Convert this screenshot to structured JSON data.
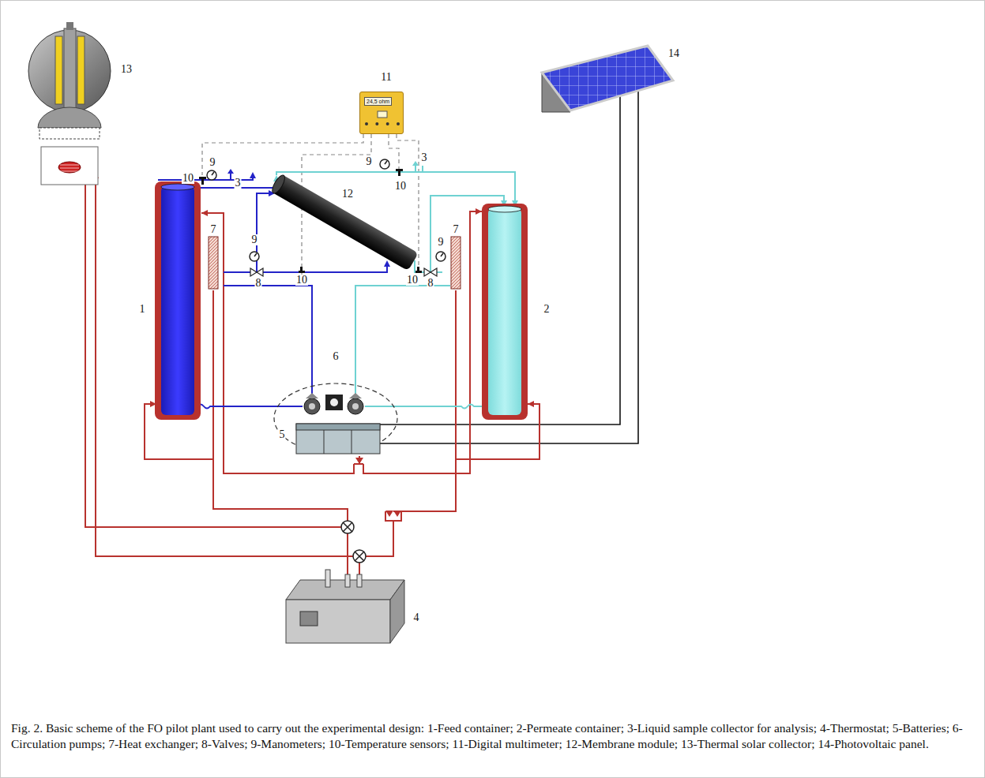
{
  "diagram": {
    "caption": "Fig. 2. Basic scheme of the FO pilot plant used to carry out the experimental design: 1-Feed container; 2-Permeate container; 3-Liquid sample collector for analysis; 4-Thermostat; 5-Batteries; 6-Circulation pumps; 7-Heat exchanger; 8-Valves; 9-Manometers; 10-Temperature sensors; 11-Digital multimeter; 12-Membrane module; 13-Thermal solar collector; 14-Photovoltaic panel.",
    "nodes": [
      {
        "text": [
          "24,5 ohm"
        ]
      }
    ],
    "labels": [
      "13",
      "14",
      "11",
      "9",
      "10",
      "3",
      "9",
      "3",
      "10",
      "12",
      "9",
      "7",
      "9",
      "7",
      "8",
      "10",
      "10",
      "8",
      "1",
      "2",
      "6",
      "5",
      "4"
    ]
  }
}
